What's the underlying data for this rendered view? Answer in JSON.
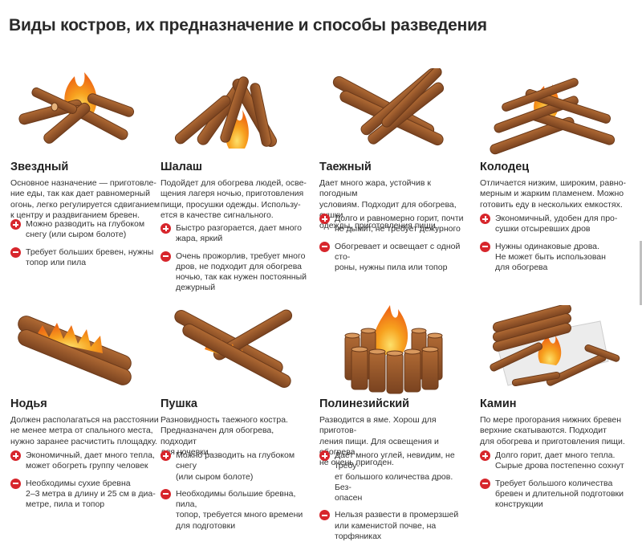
{
  "title": "Виды костров, их предназначение и способы разведения",
  "colors": {
    "accent": "#d7262c",
    "log": "#9a5a2c",
    "log_dark": "#6b3a1a",
    "flame": "#f39a1e",
    "flame_core": "#fdd23a"
  },
  "cards": [
    {
      "name": "Звездный",
      "desc": [
        "Основное назначение — приготовле-",
        "ние еды, так как дает равномерный",
        "огонь, легко регулируется сдвиганием",
        "к центру и раздвиганием бревен."
      ],
      "pros": [
        [
          "Можно разводить на глубоком",
          "снегу (или сыром болоте)"
        ]
      ],
      "cons": [
        [
          "Требует больших бревен, нужны",
          "топор или пила"
        ]
      ]
    },
    {
      "name": "Шалаш",
      "desc": [
        "Подойдет для обогрева людей, осве-",
        "щения лагеря ночью, приготовления",
        "пищи, просушки одежды. Использу-",
        "ется в качестве сигнального."
      ],
      "pros": [
        [
          "Быстро разгорается, дает много",
          "жара, яркий"
        ]
      ],
      "cons": [
        [
          "Очень прожорлив, требует много",
          "дров, не подходит для обогрева",
          "ночью, так как нужен постоянный",
          "дежурный"
        ]
      ]
    },
    {
      "name": "Таежный",
      "desc": [
        "Дает много жара, устойчив к погодным",
        "условиям. Подходит для обогрева, сушки",
        "одежды, приготовления пищи."
      ],
      "pros": [
        [
          "Долго и равномерно горит, почти",
          "не дымит, не требует дежурного"
        ]
      ],
      "cons": [
        [
          "Обогревает и освещает с одной сто-",
          "роны, нужны пила или топор"
        ]
      ]
    },
    {
      "name": "Колодец",
      "desc": [
        "Отличается низким, широким, равно-",
        "мерным и жарким пламенем. Можно",
        "готовить еду в нескольких емкостях."
      ],
      "pros": [
        [
          "Экономичный, удобен для про-",
          "сушки отсыревших дров"
        ]
      ],
      "cons": [
        [
          "Нужны одинаковые дрова.",
          "Не может быть использован",
          "для обогрева"
        ]
      ]
    },
    {
      "name": "Нодья",
      "desc": [
        "Должен располагаться на расстоянии",
        "не менее метра от спального места,",
        "нужно заранее расчистить площадку."
      ],
      "pros": [
        [
          "Экономичный, дает много тепла,",
          "может обогреть группу человек"
        ]
      ],
      "cons": [
        [
          "Необходимы сухие бревна",
          "2–3 метра в длину и 25 см в диа-",
          "метре, пила и топор"
        ]
      ]
    },
    {
      "name": "Пушка",
      "desc": [
        "Разновидность таежного костра.",
        "Предназначен для обогрева, подходит",
        "для ночевки."
      ],
      "pros": [
        [
          "Можно разводить на глубоком снегу",
          "(или сыром болоте)"
        ]
      ],
      "cons": [
        [
          "Необходимы большие бревна, пила,",
          "топор, требуется много времени",
          "для подготовки"
        ]
      ]
    },
    {
      "name": "Полинезийский",
      "desc": [
        "Разводится в яме. Хорош для приготов-",
        "ления пищи. Для освещения и обогрева",
        "не очень пригоден."
      ],
      "pros": [
        [
          "Дает много углей, невидим, не требу-",
          "ет большого количества дров. Без-",
          "опасен"
        ]
      ],
      "cons": [
        [
          "Нельзя развести в промерзшей",
          "или каменистой почве, на торфяниках"
        ]
      ]
    },
    {
      "name": "Камин",
      "desc": [
        "По мере прогорания нижних бревен",
        "верхние скатываются. Подходит",
        "для обогрева и приготовления пищи."
      ],
      "pros": [
        [
          "Долго горит, дает много тепла.",
          "Сырые дрова постепенно сохнут"
        ]
      ],
      "cons": [
        [
          "Требует большого количества",
          "бревен и длительной подготовки",
          "конструкции"
        ]
      ]
    }
  ]
}
